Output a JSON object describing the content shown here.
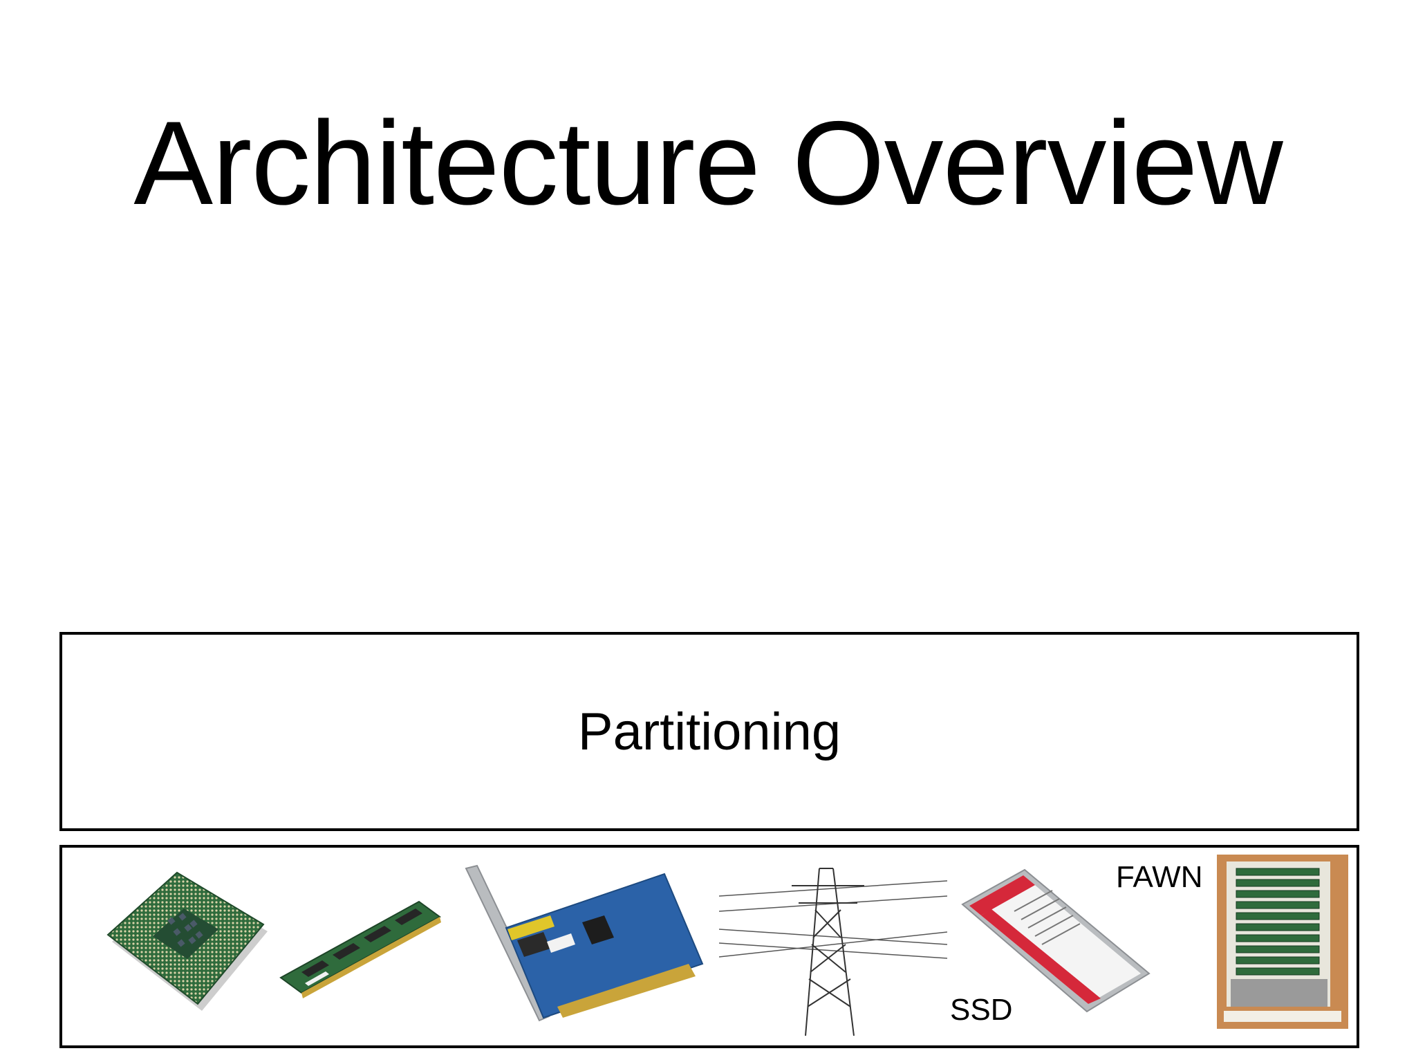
{
  "slide": {
    "title": "Architecture Overview"
  },
  "partition_layer": {
    "label": "Partitioning"
  },
  "hardware_row": {
    "items": [
      {
        "icon": "cpu-icon"
      },
      {
        "icon": "ram-module-icon"
      },
      {
        "icon": "network-card-icon"
      },
      {
        "icon": "power-tower-icon"
      },
      {
        "icon": "ssd-icon"
      },
      {
        "icon": "fawn-cluster-icon"
      }
    ],
    "ssd_label": "SSD",
    "fawn_label": "FAWN"
  },
  "colors": {
    "pcb_green": "#2f6b3c",
    "nic_blue": "#2b62a8",
    "ssd_red": "#d5283a",
    "metal": "#b9bcbf",
    "gold": "#c9a43a",
    "wood": "#c98a52"
  }
}
